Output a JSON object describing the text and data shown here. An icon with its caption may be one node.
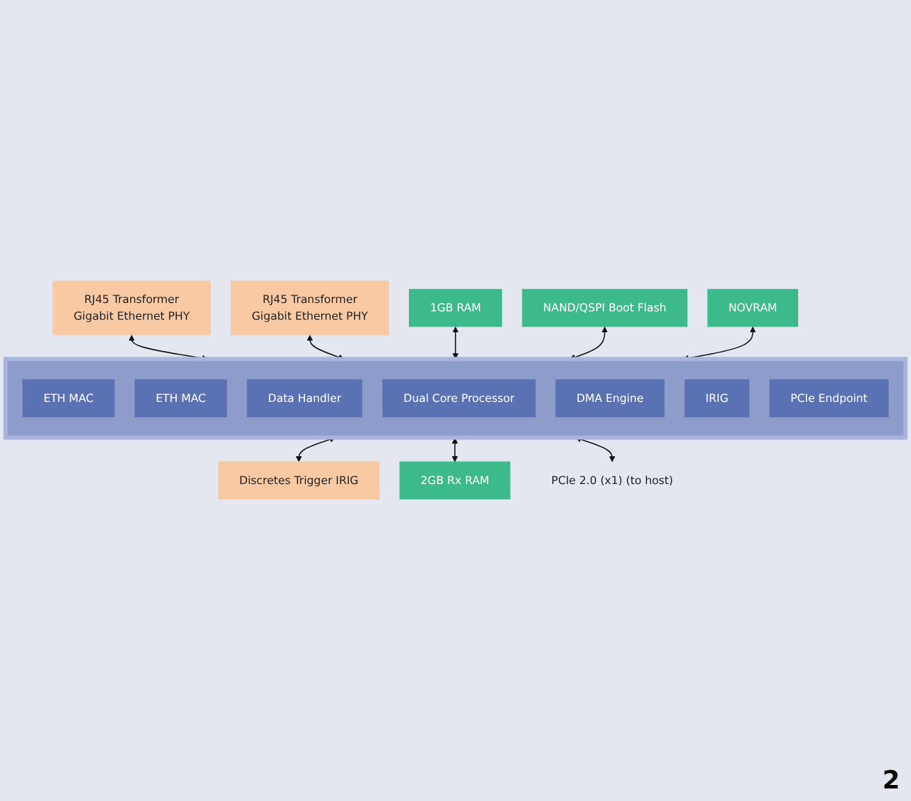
{
  "diagram": {
    "nodes": [
      {
        "text": [
          "RJ45 Transformer",
          "Gigabit Ethernet PHY"
        ]
      },
      {
        "text": [
          "RJ45 Transformer",
          "Gigabit Ethernet PHY"
        ]
      },
      {
        "text": [],
        "shape": "box"
      },
      {
        "text": [
          "ETH MAC"
        ],
        "in": 2
      },
      {
        "text": [
          "ETH MAC"
        ],
        "in": 2
      },
      {
        "text": [
          "Data Handler"
        ],
        "in": 2
      },
      {
        "text": [
          "Dual Core Processor"
        ],
        "in": 2
      },
      {
        "text": [
          "DMA Engine"
        ],
        "in": 2
      },
      {
        "text": [
          "IRIG"
        ],
        "in": 2
      },
      {
        "text": [
          "PCIe Endpoint"
        ],
        "in": 2
      },
      {
        "text": [
          "1GB RAM"
        ]
      },
      {
        "text": [
          "NAND/QSPI Boot Flash"
        ]
      },
      {
        "text": [
          "NOVRAM"
        ]
      },
      {
        "text": [
          "Discretes Trigger IRIG"
        ]
      },
      {
        "text": [
          "2GB Rx RAM"
        ]
      },
      {
        "text": [
          "PCIe 2.0 (x1) (to host)"
        ]
      }
    ],
    "edges": [
      {
        "from": 0,
        "to": 2,
        "arrow": "both"
      },
      {
        "from": 1,
        "to": 2,
        "arrow": "both"
      },
      {
        "from": 10,
        "to": 2,
        "arrow": "both"
      },
      {
        "from": 11,
        "to": 2,
        "arrow": "both"
      },
      {
        "from": 12,
        "to": 2,
        "arrow": "both"
      },
      {
        "from": 2,
        "to": 13,
        "arrow": "both"
      },
      {
        "from": 2,
        "to": 14,
        "arrow": "both"
      },
      {
        "from": 2,
        "to": 15,
        "arrow": "both"
      }
    ],
    "labels": [
      "2"
    ]
  }
}
